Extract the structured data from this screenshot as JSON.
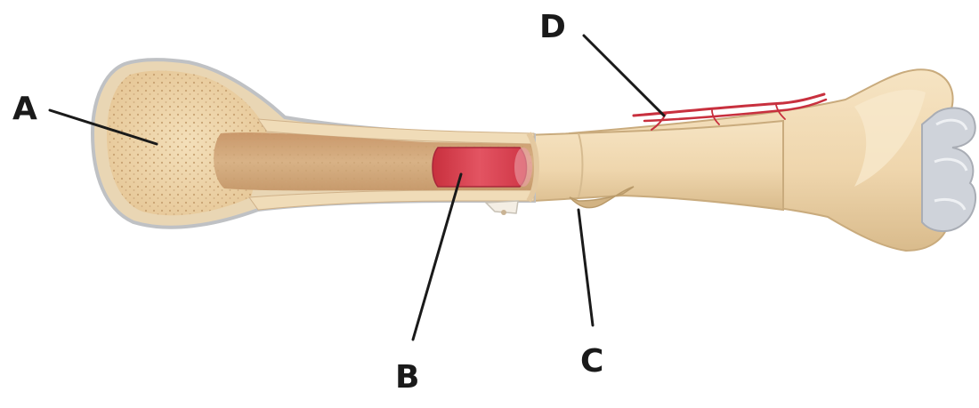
{
  "labels": {
    "a": "A",
    "b": "B",
    "c": "C",
    "d": "D"
  },
  "colors": {
    "bone": "#f0dcb8",
    "bone_shade": "#d9bf94",
    "cartilage": "#c9ced6",
    "periosteum_edge": "#b9bcc2",
    "spongy_bone": "#ecd3a6",
    "marrow_cavity": "#d4ad80",
    "red_marrow": "#d9404e",
    "artery": "#c8303e"
  }
}
